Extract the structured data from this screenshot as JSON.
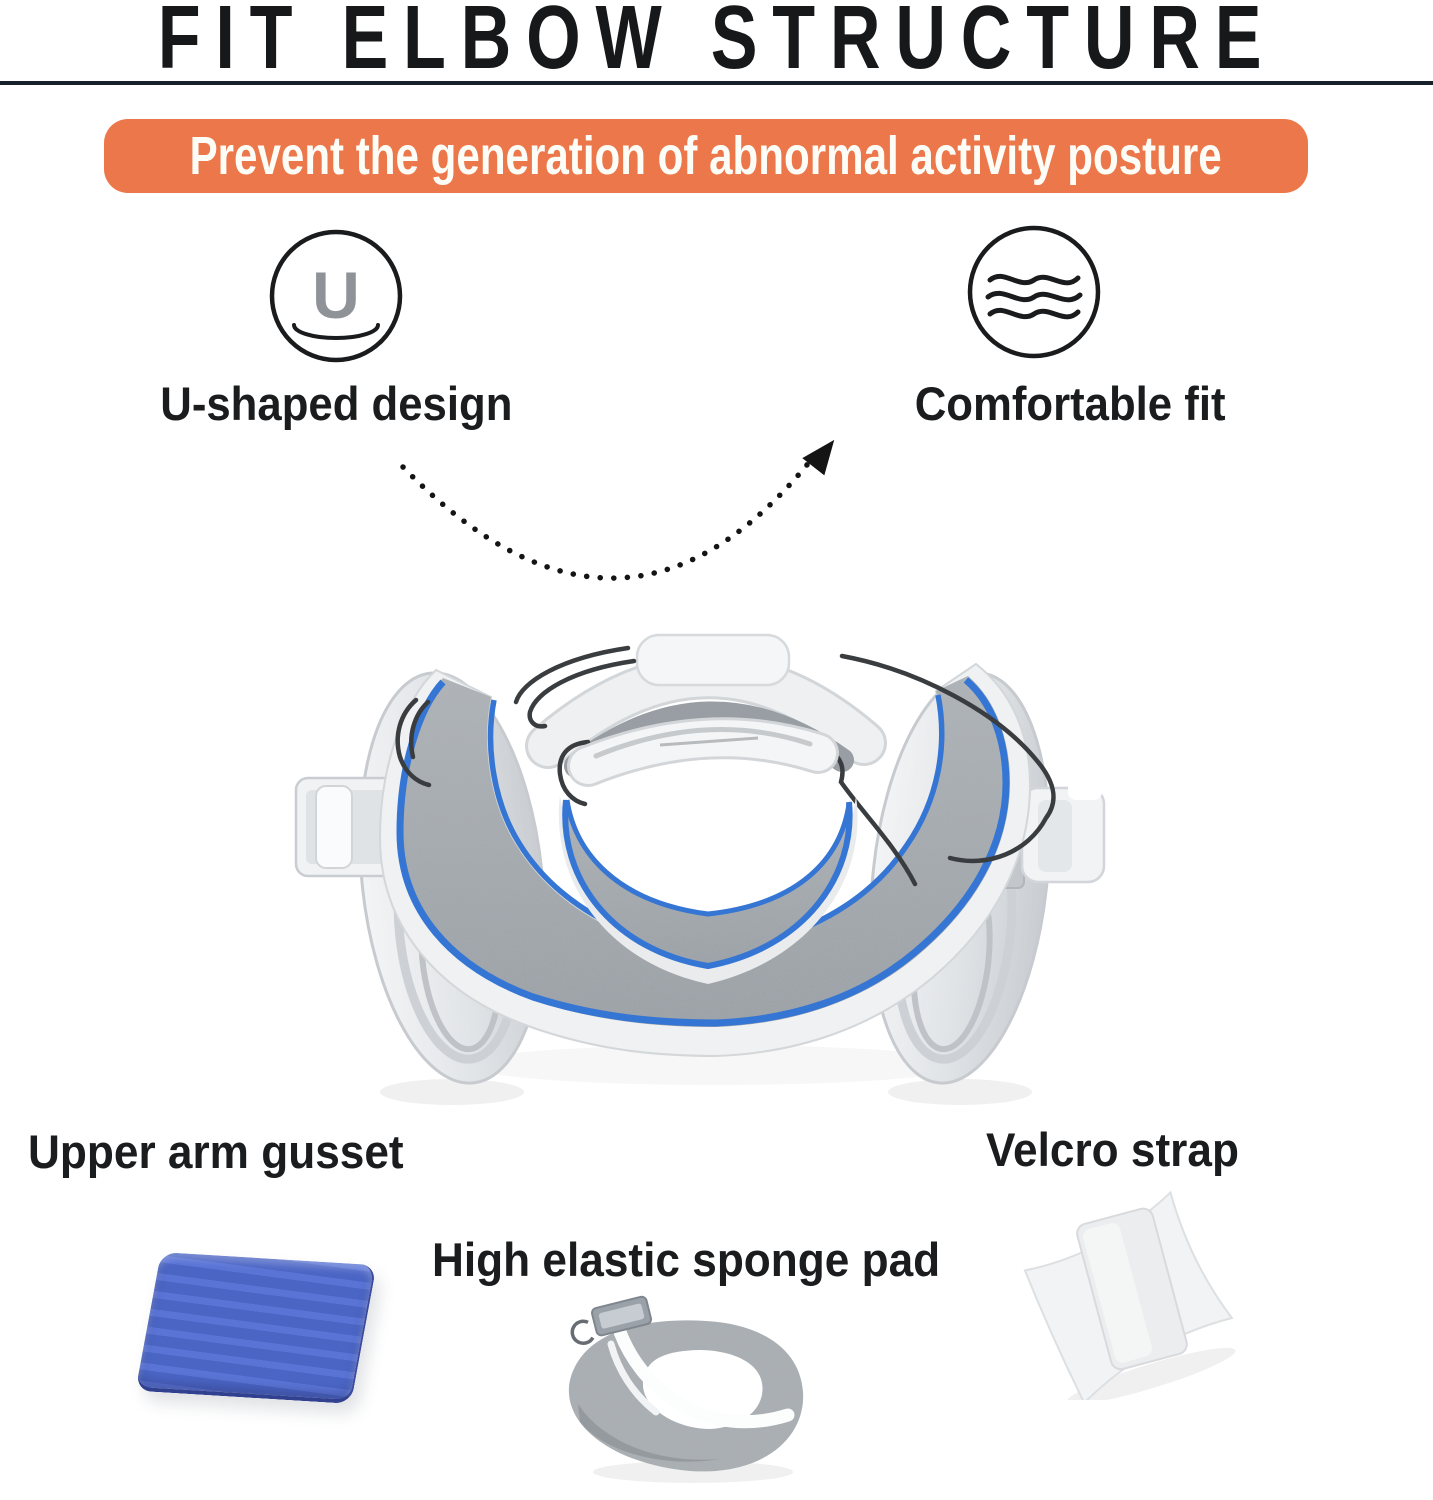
{
  "title": "FIT ELBOW STRUCTURE",
  "banner": {
    "text": "Prevent the generation of abnormal activity posture"
  },
  "features": {
    "left": {
      "label": "U-shaped design",
      "glyph": "U",
      "icon": "u-rotate-icon"
    },
    "right": {
      "label": "Comfortable fit",
      "icon": "waves-icon"
    }
  },
  "parts": {
    "gusset": {
      "label": "Upper arm gusset"
    },
    "sponge": {
      "label": "High elastic sponge pad"
    },
    "velcro": {
      "label": "Velcro strap"
    }
  },
  "colors": {
    "banner_orange": "#ec774a",
    "accent_blue": "#3575d4",
    "foam_gray": "#a5aaaf",
    "pad_blue": "#4f69c8",
    "divider_dark": "#18202c"
  }
}
